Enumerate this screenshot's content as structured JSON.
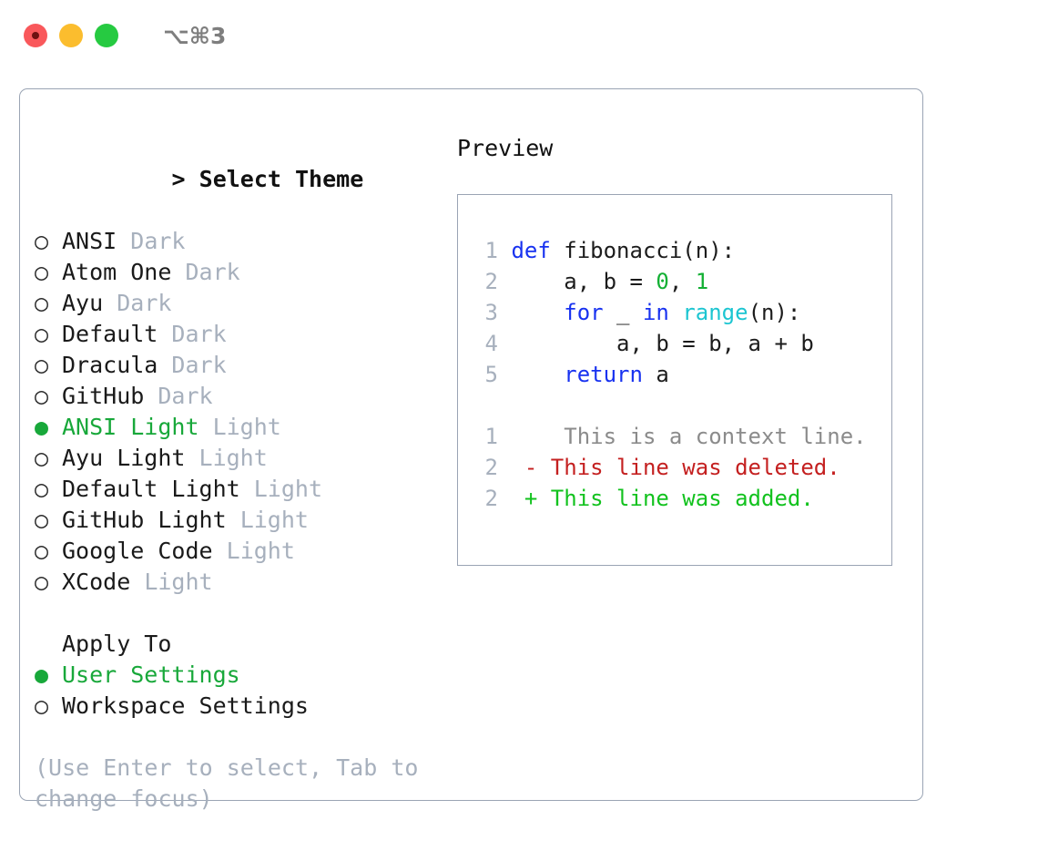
{
  "titlebar": {
    "shortcut": "⌥⌘3",
    "lights": [
      "close",
      "minimize",
      "maximize"
    ]
  },
  "theme_picker": {
    "heading": "> Select Theme",
    "heading_caret": ">",
    "heading_text": "Select Theme",
    "bullet_unselected": "○",
    "bullet_selected": "●",
    "items": [
      {
        "name": "ANSI",
        "category": "Dark",
        "selected": false
      },
      {
        "name": "Atom One",
        "category": "Dark",
        "selected": false
      },
      {
        "name": "Ayu",
        "category": "Dark",
        "selected": false
      },
      {
        "name": "Default",
        "category": "Dark",
        "selected": false
      },
      {
        "name": "Dracula",
        "category": "Dark",
        "selected": false
      },
      {
        "name": "GitHub",
        "category": "Dark",
        "selected": false
      },
      {
        "name": "ANSI Light",
        "category": "Light",
        "selected": true
      },
      {
        "name": "Ayu Light",
        "category": "Light",
        "selected": false
      },
      {
        "name": "Default Light",
        "category": "Light",
        "selected": false
      },
      {
        "name": "GitHub Light",
        "category": "Light",
        "selected": false
      },
      {
        "name": "Google Code",
        "category": "Light",
        "selected": false
      },
      {
        "name": "XCode",
        "category": "Light",
        "selected": false
      }
    ]
  },
  "apply_to": {
    "heading": "Apply To",
    "items": [
      {
        "name": "User Settings",
        "selected": true
      },
      {
        "name": "Workspace Settings",
        "selected": false
      }
    ]
  },
  "hint": "(Use Enter to select, Tab to change focus)",
  "preview": {
    "title": "Preview",
    "code": [
      {
        "lineno": "1",
        "tokens": [
          {
            "t": "def",
            "c": "kw"
          },
          {
            "t": " fibonacci(n):",
            "c": "idt"
          }
        ]
      },
      {
        "lineno": "2",
        "tokens": [
          {
            "t": "    a, b = ",
            "c": "idt"
          },
          {
            "t": "0",
            "c": "num"
          },
          {
            "t": ", ",
            "c": "idt"
          },
          {
            "t": "1",
            "c": "num"
          }
        ]
      },
      {
        "lineno": "3",
        "tokens": [
          {
            "t": "    ",
            "c": "idt"
          },
          {
            "t": "for",
            "c": "kw"
          },
          {
            "t": " _ ",
            "c": "idt"
          },
          {
            "t": "in",
            "c": "kw"
          },
          {
            "t": " ",
            "c": "idt"
          },
          {
            "t": "range",
            "c": "fn"
          },
          {
            "t": "(n):",
            "c": "idt"
          }
        ]
      },
      {
        "lineno": "4",
        "tokens": [
          {
            "t": "        a, b = b, a + b",
            "c": "idt"
          }
        ]
      },
      {
        "lineno": "5",
        "tokens": [
          {
            "t": "    ",
            "c": "idt"
          },
          {
            "t": "return",
            "c": "kw"
          },
          {
            "t": " a",
            "c": "idt"
          }
        ]
      }
    ],
    "diff": [
      {
        "lineno": "1",
        "marker": " ",
        "text": "  This is a context line.",
        "kind": "context"
      },
      {
        "lineno": "2",
        "marker": "-",
        "text": " This line was deleted.",
        "kind": "deleted"
      },
      {
        "lineno": "2",
        "marker": "+",
        "text": " This line was added.",
        "kind": "added"
      }
    ]
  },
  "colors": {
    "accent_green": "#18a83a",
    "muted": "#a7b0bd",
    "border": "#9aa4b4",
    "keyword": "#1832f0",
    "number": "#13b034",
    "builtin": "#1cc5d1",
    "diff_deleted": "#c42020",
    "diff_added": "#12c21e",
    "diff_context": "#8b8b8b"
  }
}
